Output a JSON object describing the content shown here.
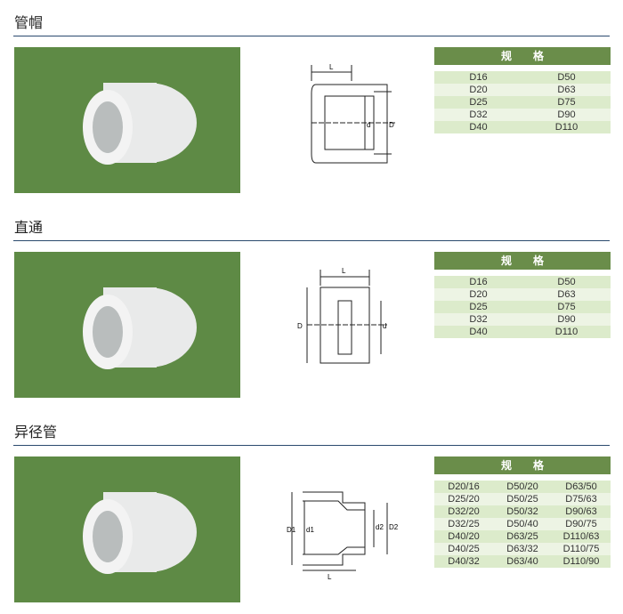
{
  "header_label": "规格",
  "sections": [
    {
      "title": "管帽",
      "rows": [
        [
          "D16",
          "D50"
        ],
        [
          "D20",
          "D63"
        ],
        [
          "D25",
          "D75"
        ],
        [
          "D32",
          "D90"
        ],
        [
          "D40",
          "D110"
        ]
      ],
      "dims": [
        "L",
        "d",
        "D"
      ]
    },
    {
      "title": "直通",
      "rows": [
        [
          "D16",
          "D50"
        ],
        [
          "D20",
          "D63"
        ],
        [
          "D25",
          "D75"
        ],
        [
          "D32",
          "D90"
        ],
        [
          "D40",
          "D110"
        ]
      ],
      "dims": [
        "L",
        "D",
        "d"
      ]
    },
    {
      "title": "异径管",
      "rows": [
        [
          "D20/16",
          "D50/20",
          "D63/50"
        ],
        [
          "D25/20",
          "D50/25",
          "D75/63"
        ],
        [
          "D32/20",
          "D50/32",
          "D90/63"
        ],
        [
          "D32/25",
          "D50/40",
          "D90/75"
        ],
        [
          "D40/20",
          "D63/25",
          "D110/63"
        ],
        [
          "D40/25",
          "D63/32",
          "D110/75"
        ],
        [
          "D40/32",
          "D63/40",
          "D110/90"
        ]
      ],
      "dims": [
        "D1",
        "d1",
        "d2",
        "D2",
        "L"
      ]
    }
  ],
  "colors": {
    "photo_bg": "#5e8a45",
    "header": "#6a8d4a",
    "rule": "#2b4a6e"
  }
}
